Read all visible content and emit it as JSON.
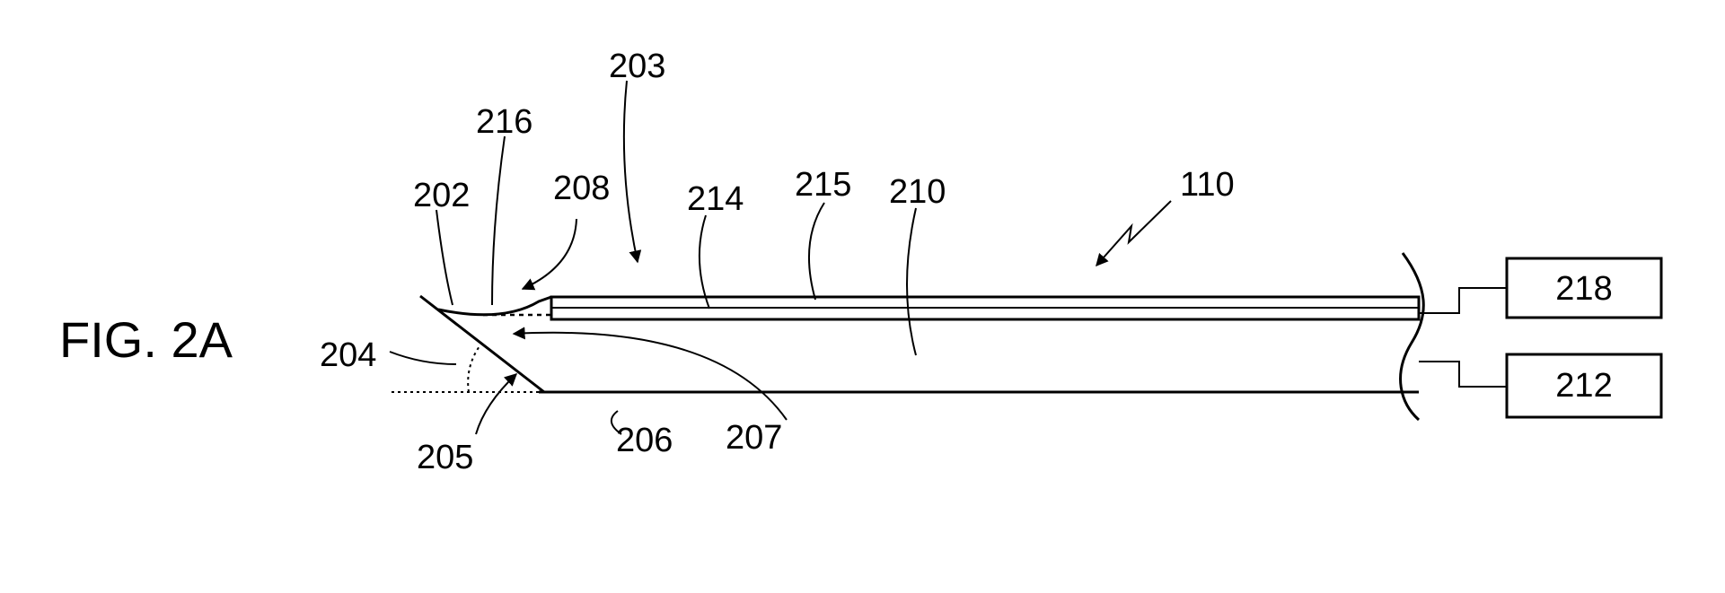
{
  "figure_label": "FIG. 2A",
  "labels": {
    "l110": "110",
    "l202": "202",
    "l203": "203",
    "l204": "204",
    "l205": "205",
    "l206": "206",
    "l207": "207",
    "l208": "208",
    "l210": "210",
    "l214": "214",
    "l215": "215",
    "l216": "216"
  },
  "boxes": {
    "b218": "218",
    "b212": "212"
  }
}
